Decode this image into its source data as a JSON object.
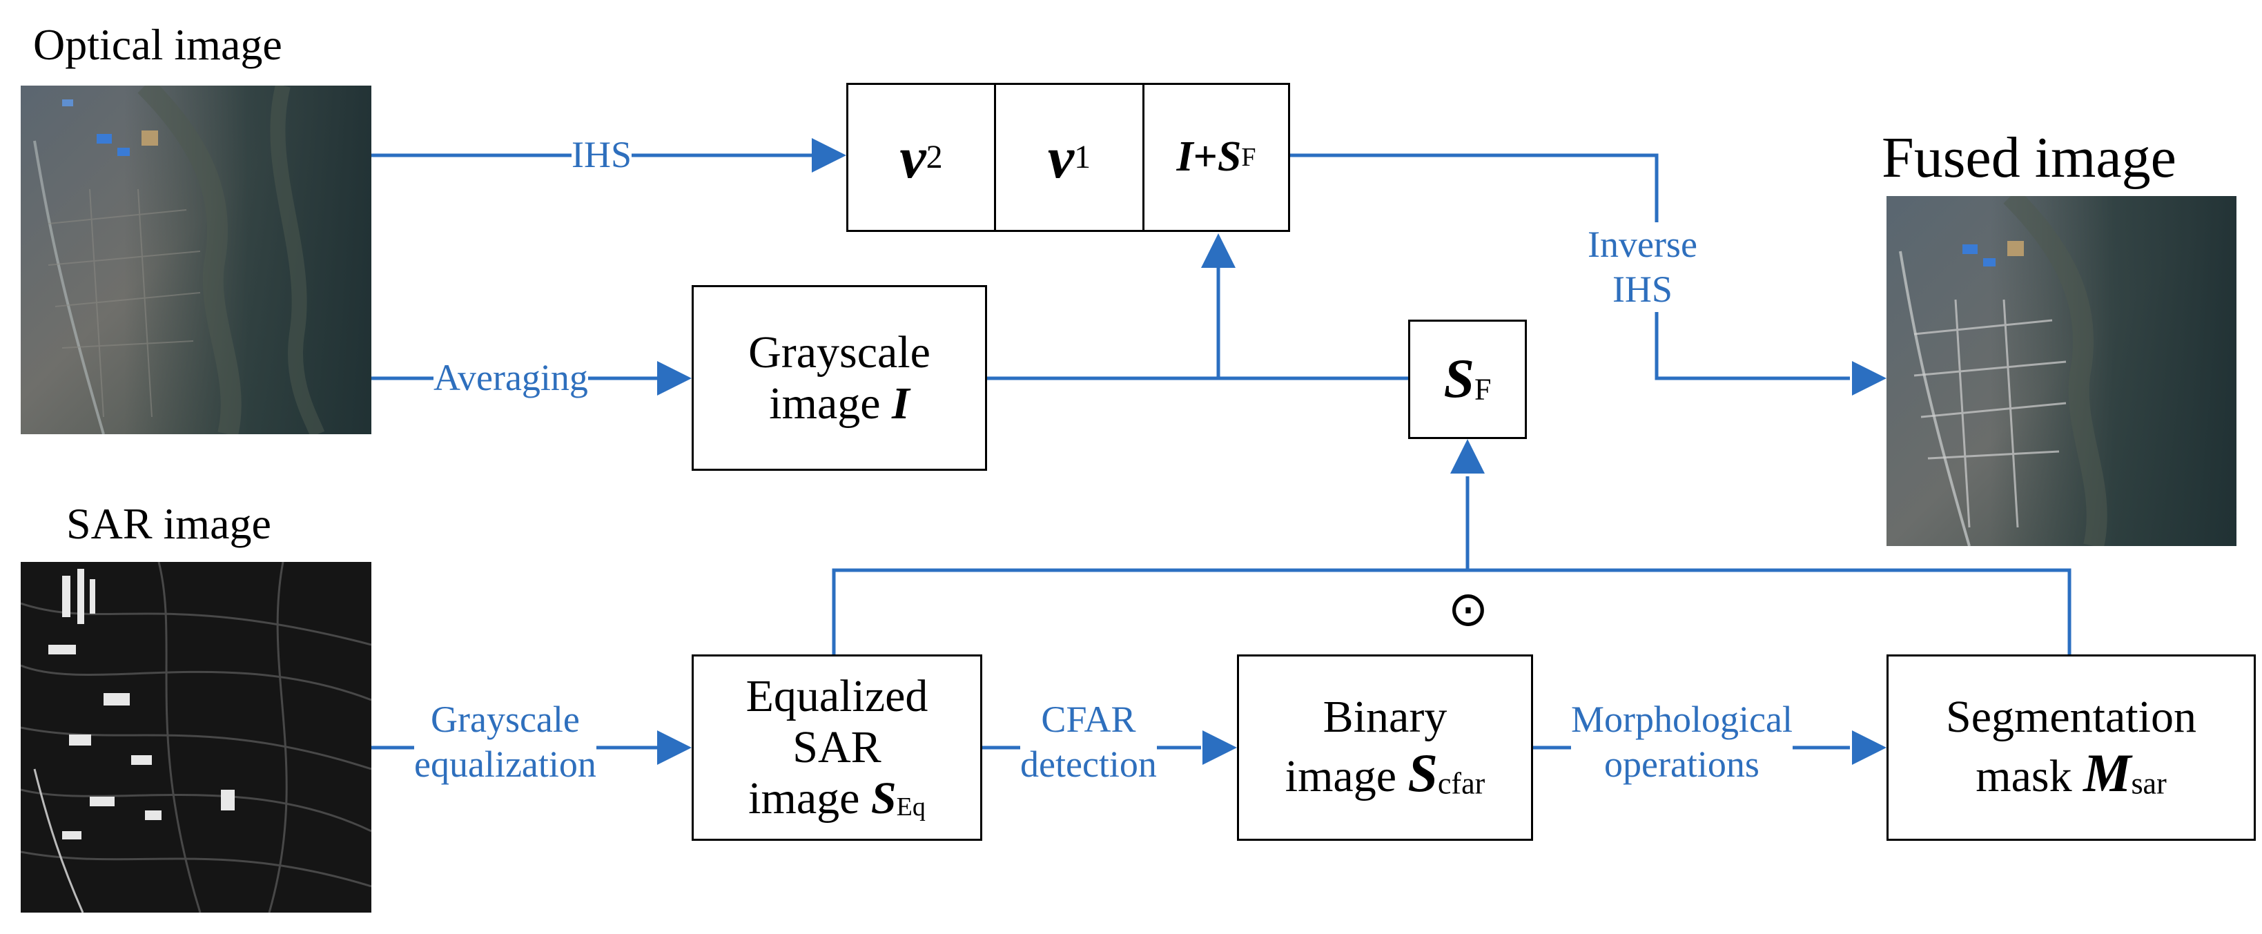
{
  "titles": {
    "optical": "Optical image",
    "sar": "SAR image",
    "fused": "Fused image"
  },
  "components": {
    "v2": {
      "sym": "v",
      "sub": "2"
    },
    "v1": {
      "sym": "v",
      "sub": "1"
    },
    "i_plus_sf": {
      "sym_i": "I",
      "plus": "+",
      "sym_s": "S",
      "sub": "F"
    },
    "grayscale": {
      "line1": "Grayscale",
      "line2": "image",
      "sym": "I"
    },
    "sf": {
      "sym": "S",
      "sub": "F"
    },
    "equalized": {
      "line1": "Equalized",
      "line2": "SAR",
      "line3": "image",
      "sym": "S",
      "sub": "Eq"
    },
    "binary": {
      "line1": "Binary",
      "line2": "image",
      "sym": "S",
      "sub": "cfar"
    },
    "segmentation": {
      "line1": "Segmentation",
      "line2": "mask",
      "sym": "M",
      "sub": "sar"
    }
  },
  "edges": {
    "ihs": "IHS",
    "averaging": "Averaging",
    "inverse_ihs_1": "Inverse",
    "inverse_ihs_2": "IHS",
    "grayscale_eq_1": "Grayscale",
    "grayscale_eq_2": "equalization",
    "cfar_1": "CFAR",
    "cfar_2": "detection",
    "morph_1": "Morphological",
    "morph_2": "operations"
  },
  "operator": "⊙",
  "colors": {
    "arrow": "#2b6fc1",
    "label": "#2e6fbd",
    "box_border": "#000000"
  }
}
